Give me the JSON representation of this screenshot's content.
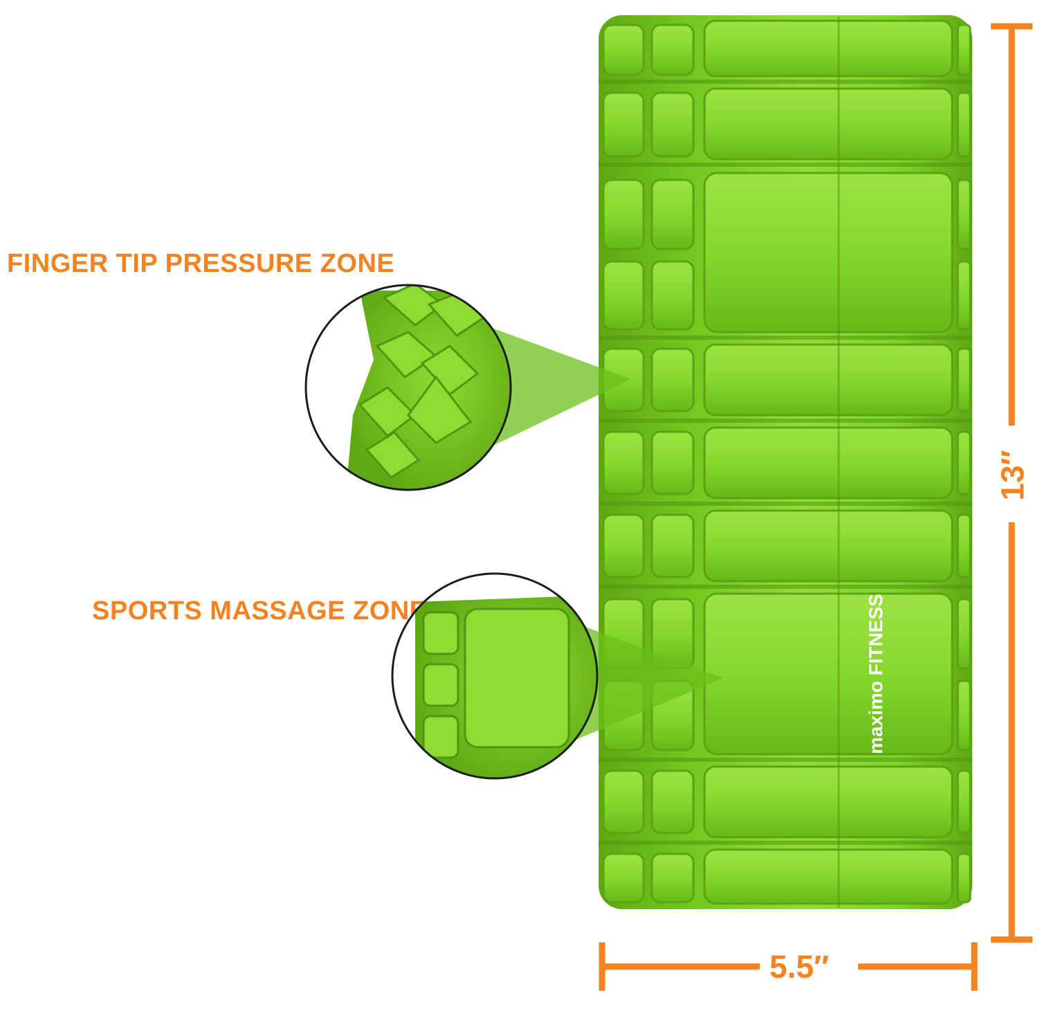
{
  "callouts": {
    "finger_tip": "FINGER TIP PRESSURE ZONE",
    "sports_massage": "SPORTS MASSAGE ZONE"
  },
  "dimensions": {
    "height": "13″",
    "width": "5.5″"
  },
  "brand": {
    "logo_text": "maximo FITNESS"
  },
  "colors": {
    "accent_orange": "#f58220",
    "foam_green": "#7ed321",
    "foam_green_dark": "#5ea814",
    "foam_green_light": "#9be443",
    "background": "#ffffff"
  }
}
